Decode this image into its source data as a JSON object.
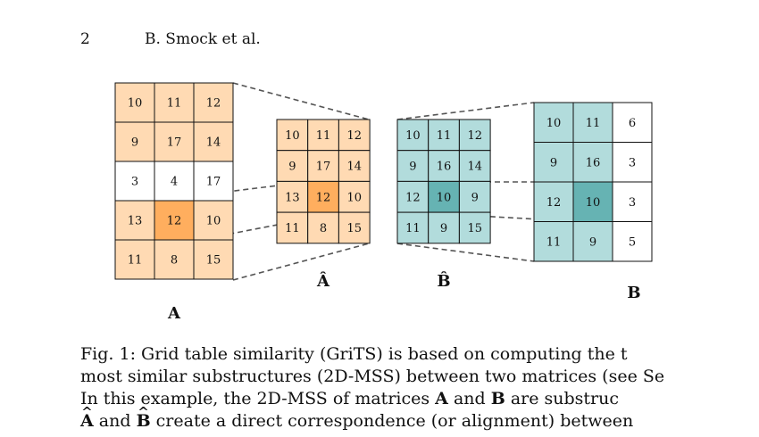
{
  "header": {
    "page_number": "2",
    "running_head": "B. Smock et al."
  },
  "colors": {
    "a_cell": "#ffdab3",
    "a_highlight": "#ffae5e",
    "b_cell": "#b2dcdc",
    "b_highlight": "#66b3b3",
    "white": "#ffffff",
    "dash": "#555555"
  },
  "matrices": {
    "A": {
      "label": "A",
      "values": [
        [
          "10",
          "11",
          "12"
        ],
        [
          "9",
          "17",
          "14"
        ],
        [
          "3",
          "4",
          "17"
        ],
        [
          "13",
          "12",
          "10"
        ],
        [
          "11",
          "8",
          "15"
        ]
      ],
      "fill": [
        [
          "a",
          "a",
          "a"
        ],
        [
          "a",
          "a",
          "a"
        ],
        [
          "w",
          "w",
          "w"
        ],
        [
          "a",
          "h",
          "a"
        ],
        [
          "a",
          "a",
          "a"
        ]
      ]
    },
    "A_hat": {
      "label": "Â",
      "values": [
        [
          "10",
          "11",
          "12"
        ],
        [
          "9",
          "17",
          "14"
        ],
        [
          "13",
          "12",
          "10"
        ],
        [
          "11",
          "8",
          "15"
        ]
      ],
      "fill": [
        [
          "a",
          "a",
          "a"
        ],
        [
          "a",
          "a",
          "a"
        ],
        [
          "a",
          "h",
          "a"
        ],
        [
          "a",
          "a",
          "a"
        ]
      ]
    },
    "B_hat": {
      "label": "B̂",
      "values": [
        [
          "10",
          "11",
          "12"
        ],
        [
          "9",
          "16",
          "14"
        ],
        [
          "12",
          "10",
          "9"
        ],
        [
          "11",
          "9",
          "15"
        ]
      ],
      "fill": [
        [
          "b",
          "b",
          "b"
        ],
        [
          "b",
          "b",
          "b"
        ],
        [
          "b",
          "h",
          "b"
        ],
        [
          "b",
          "b",
          "b"
        ]
      ]
    },
    "B": {
      "label": "B",
      "values": [
        [
          "10",
          "11",
          "6"
        ],
        [
          "9",
          "16",
          "3"
        ],
        [
          "12",
          "10",
          "3"
        ],
        [
          "11",
          "9",
          "5"
        ]
      ],
      "fill": [
        [
          "b",
          "b",
          "w"
        ],
        [
          "b",
          "b",
          "w"
        ],
        [
          "b",
          "h",
          "w"
        ],
        [
          "b",
          "b",
          "w"
        ]
      ]
    }
  },
  "caption": {
    "line1": "Fig. 1: Grid table similarity (GriTS) is based on computing the t",
    "line2": "most similar substructures (2D-MSS) between two matrices (see Se",
    "line3_pre": "In this example, the 2D-MSS of matrices ",
    "line3_a": "A",
    "line3_mid": " and ",
    "line3_b": "B",
    "line3_post": " are substruc",
    "line4_a": "A",
    "line4_mid": " and ",
    "line4_b": "B",
    "line4_post": " create a direct correspondence (or alignment) between"
  }
}
